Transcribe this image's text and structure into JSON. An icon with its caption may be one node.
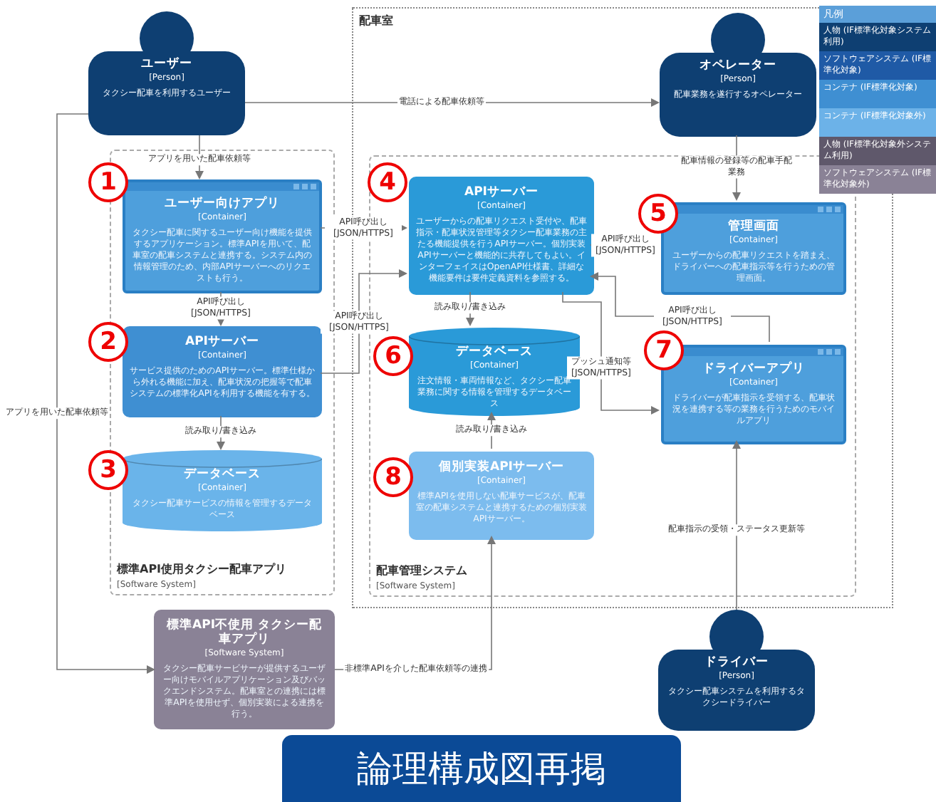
{
  "diagram": {
    "title": "論理構成図再掲",
    "nodes": [
      {
        "text": [
          "ユーザー",
          "[Person]",
          "タクシー配車を利用するユーザー"
        ]
      },
      {
        "text": [
          "配車室"
        ]
      },
      {
        "text": [
          "オペレーター",
          "[Person]",
          "配車業務を遂行するオペレーター"
        ],
        "in": 1
      },
      {
        "text": [
          "標準API使用タクシー配車アプリ",
          "[Software System]"
        ]
      },
      {
        "text": [
          "ユーザー向けアプリ",
          "[Container]",
          "タクシー配車に関するユーザー向け機能を提供するアプリケーション。標準APIを用いて、配車室の配車システムと連携する。システム内の情報管理のため、内部APIサーバーへのリクエストも行う。"
        ],
        "in": 3
      },
      {
        "text": [
          "APIサーバー",
          "[Container]",
          "サービス提供のためのAPIサーバー。標準仕様から外れる機能に加え、配車状況の把握等で配車システムの標準化APIを利用する機能を有する。"
        ],
        "in": 3
      },
      {
        "text": [
          "データベース",
          "[Container]",
          "タクシー配車サービスの情報を管理するデータベース"
        ],
        "in": 3
      },
      {
        "text": [
          "配車管理システム",
          "[Software System]"
        ],
        "in": 1
      },
      {
        "text": [
          "APIサーバー",
          "[Container]",
          "ユーザーからの配車リクエスト受付や、配車指示・配車状況管理等タクシー配車業務の主たる機能提供を行うAPIサーバー。個別実装APIサーバーと機能的に共存してもよい。インターフェイスはOpenAPI仕様書、詳細な機能要件は要件定義資料を参照する。"
        ],
        "in": 7
      },
      {
        "text": [
          "管理画面",
          "[Container]",
          "ユーザーからの配車リクエストを踏まえ、ドライバーへの配車指示等を行うための管理画面。"
        ],
        "in": 7
      },
      {
        "text": [
          "データベース",
          "[Container]",
          "注文情報・車両情報など、タクシー配車業務に関する情報を管理するデータベース"
        ],
        "in": 7
      },
      {
        "text": [
          "ドライバーアプリ",
          "[Container]",
          "ドライバーが配車指示を受領する、配車状況を連携する等の業務を行うためのモバイルアプリ"
        ],
        "in": 7
      },
      {
        "text": [
          "個別実装APIサーバー",
          "[Container]",
          "標準APIを使用しない配車サービスが、配車室の配車システムと連携するための個別実装APIサーバー。"
        ],
        "in": 7
      },
      {
        "text": [
          "標準API不使用 タクシー配車アプリ",
          "[Software System]",
          "タクシー配車サービサーが提供するユーザー向けモバイルアプリケーション及びバックエンドシステム。配車室との連携には標準APIを使用せず、個別実装による連携を行う。"
        ]
      },
      {
        "text": [
          "ドライバー",
          "[Person]",
          "タクシー配車システムを利用するタクシードライバー"
        ]
      }
    ],
    "edges": [
      {
        "from": 0,
        "to": 4,
        "arrow": "to",
        "label": "アプリを用いた配車依頼等"
      },
      {
        "from": 0,
        "to": 2,
        "arrow": "to",
        "label": "電話による配車依頼等"
      },
      {
        "from": 0,
        "to": 13,
        "arrow": "to",
        "label": "アプリを用いた配車依頼等"
      },
      {
        "from": 4,
        "to": 8,
        "arrow": "to",
        "label": "API呼び出し [JSON/HTTPS]"
      },
      {
        "from": 4,
        "to": 5,
        "arrow": "to",
        "label": "API呼び出し [JSON/HTTPS]"
      },
      {
        "from": 5,
        "to": 8,
        "arrow": "to",
        "label": "API呼び出し [JSON/HTTPS]"
      },
      {
        "from": 5,
        "to": 6,
        "arrow": "to",
        "label": "読み取り/書き込み"
      },
      {
        "from": 8,
        "to": 10,
        "arrow": "to",
        "label": "読み取り/書き込み"
      },
      {
        "from": 9,
        "to": 8,
        "arrow": "to",
        "label": "API呼び出し [JSON/HTTPS]"
      },
      {
        "from": 11,
        "to": 8,
        "arrow": "to",
        "label": "API呼び出し [JSON/HTTPS]"
      },
      {
        "from": 8,
        "to": 11,
        "arrow": "to",
        "label": "プッシュ通知等 [JSON/HTTPS]"
      },
      {
        "from": 2,
        "to": 9,
        "arrow": "to",
        "label": "配車情報の登録等の配車手配業務"
      },
      {
        "from": 12,
        "to": 10,
        "arrow": "to",
        "label": "読み取り/書き込み"
      },
      {
        "from": 13,
        "to": 12,
        "arrow": "to",
        "label": "非標準APIを介した配車依頼等の連携"
      },
      {
        "from": 14,
        "to": 11,
        "arrow": "to",
        "label": "配車指示の受領・ステータス更新等"
      }
    ],
    "labels": [
      "凡例",
      "1",
      "2",
      "3",
      "4",
      "5",
      "6",
      "7",
      "8"
    ],
    "legend": [
      {
        "text": "人物 (IF標準化対象システム利用)",
        "color": "#0e3f72"
      },
      {
        "text": "ソフトウェアシステム (IF標準化対象)",
        "color": "#1f5aa6"
      },
      {
        "text": "コンテナ (IF標準化対象)",
        "color": "#3f8fd2"
      },
      {
        "text": "コンテナ (IF標準化対象外)",
        "color": "#6cb2e8"
      },
      {
        "text": "人物 (IF標準化対象外システム利用)",
        "color": "#5f586b"
      },
      {
        "text": "ソフトウェアシステム (IF標準化対象外)",
        "color": "#8a8296"
      }
    ]
  }
}
